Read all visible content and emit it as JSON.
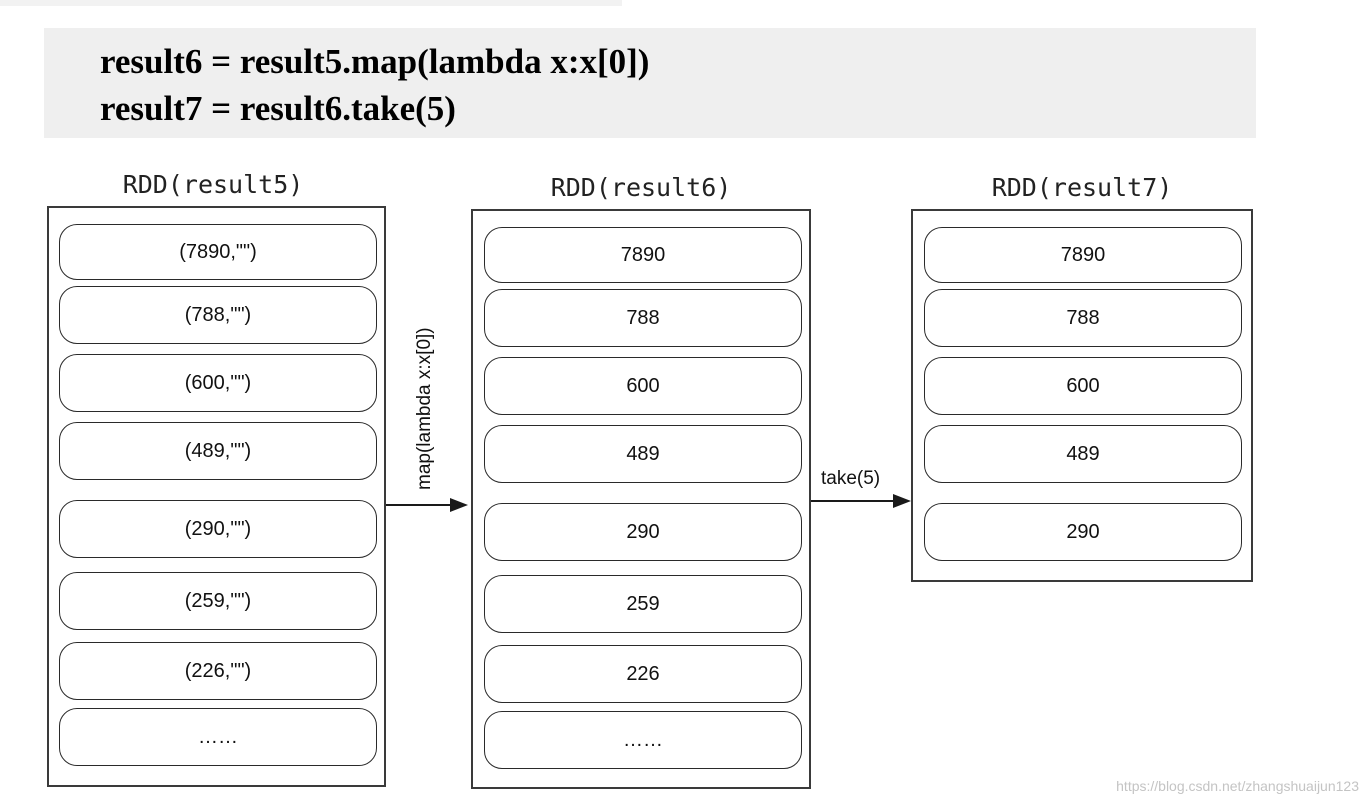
{
  "code": {
    "line1": "result6 = result5.map(lambda x:x[0])",
    "line2": "result7 = result6.take(5)"
  },
  "panels": [
    {
      "title": "RDD(result5)",
      "items": [
        "(7890,\"\")",
        "(788,\"\")",
        "(600,\"\")",
        "(489,\"\")",
        "(290,\"\")",
        "(259,\"\")",
        "(226,\"\")",
        "……"
      ]
    },
    {
      "title": "RDD(result6)",
      "items": [
        "7890",
        "788",
        "600",
        "489",
        "290",
        "259",
        "226",
        "……"
      ]
    },
    {
      "title": "RDD(result7)",
      "items": [
        "7890",
        "788",
        "600",
        "489",
        "290"
      ]
    }
  ],
  "arrows": {
    "map_label": "map(lambda x:x[0])",
    "take_label": "take(5)"
  },
  "watermark": "https://blog.csdn.net/zhangshuaijun123"
}
